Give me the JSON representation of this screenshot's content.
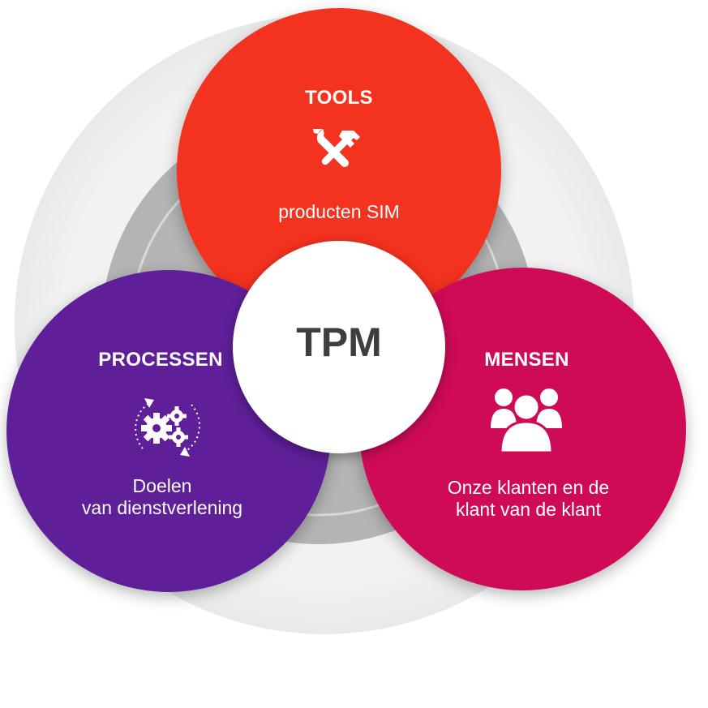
{
  "center": {
    "label": "TPM"
  },
  "segments": {
    "tools": {
      "title": "TOOLS",
      "description": "producten SIM",
      "icon": "hammer-wrench-icon"
    },
    "processen": {
      "title": "PROCESSEN",
      "description_line1": "Doelen",
      "description_line2": "van dienstverlening",
      "icon": "gears-cycle-icon"
    },
    "mensen": {
      "title": "MENSEN",
      "description_line1": "Onze klanten en de",
      "description_line2": "klant van de klant",
      "icon": "people-group-icon"
    }
  },
  "colors": {
    "tools": "#f3321f",
    "processen": "#5f1f99",
    "mensen": "#cf0b58",
    "center_text": "#3e3e3e",
    "ring": "#b4b4b4",
    "backdrop": "#f4f4f4"
  }
}
